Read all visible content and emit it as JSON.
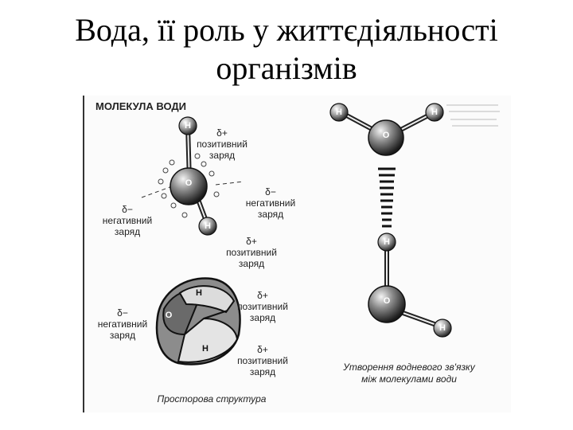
{
  "title": {
    "line1": "Вода, її роль у життєдіяльності",
    "line2": "організмів"
  },
  "figure": {
    "heading": "МОЛЕКУЛА ВОДИ",
    "atoms": {
      "hydrogen": "H",
      "oxygen": "O"
    },
    "labels": {
      "pos1": {
        "delta": "δ+",
        "line1": "позитивний",
        "line2": "заряд"
      },
      "neg1": {
        "delta": "δ−",
        "line1": "негативний",
        "line2": "заряд"
      },
      "neg2": {
        "delta": "δ−",
        "line1": "негативний",
        "line2": "заряд"
      },
      "pos2": {
        "delta": "δ+",
        "line1": "позитивний",
        "line2": "заряд"
      },
      "pos3": {
        "delta": "δ+",
        "line1": "позитивний",
        "line2": "заряд"
      },
      "neg3": {
        "delta": "δ−",
        "line1": "негативний",
        "line2": "заряд"
      },
      "pos4": {
        "delta": "δ+",
        "line1": "позитивний",
        "line2": "заряд"
      }
    },
    "caption_structure": "Просторова структура",
    "caption_bond": {
      "line1": "Утворення водневого зв'язку",
      "line2": "між молекулами води"
    }
  }
}
